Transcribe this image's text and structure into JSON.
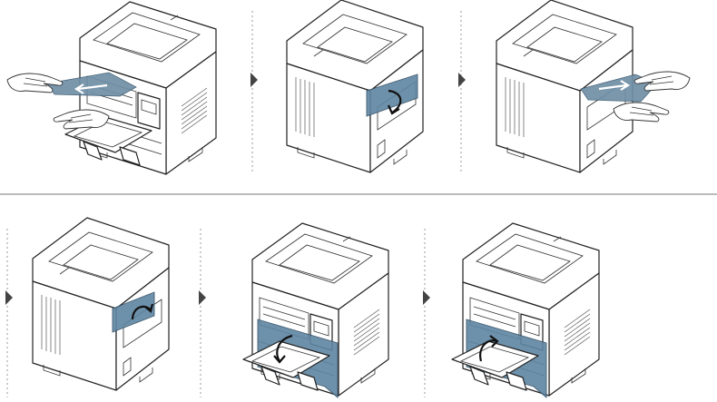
{
  "figure": {
    "description_steps": 6,
    "accent_color": "#5f86a2",
    "step_marker_icon": "triangle-right-icon"
  },
  "steps": [
    {
      "id": 1,
      "action": "pull-paper-out-from-front",
      "icon": "printer-front-view-icon"
    },
    {
      "id": 2,
      "action": "open-rear-cover",
      "icon": "printer-rear-view-icon"
    },
    {
      "id": 3,
      "action": "pull-paper-out-from-rear",
      "icon": "printer-rear-view-icon"
    },
    {
      "id": 4,
      "action": "close-rear-cover",
      "icon": "printer-rear-view-icon"
    },
    {
      "id": 5,
      "action": "open-front-tray-cover",
      "icon": "printer-front-view-icon"
    },
    {
      "id": 6,
      "action": "close-front-tray-cover",
      "icon": "printer-front-view-icon"
    }
  ]
}
